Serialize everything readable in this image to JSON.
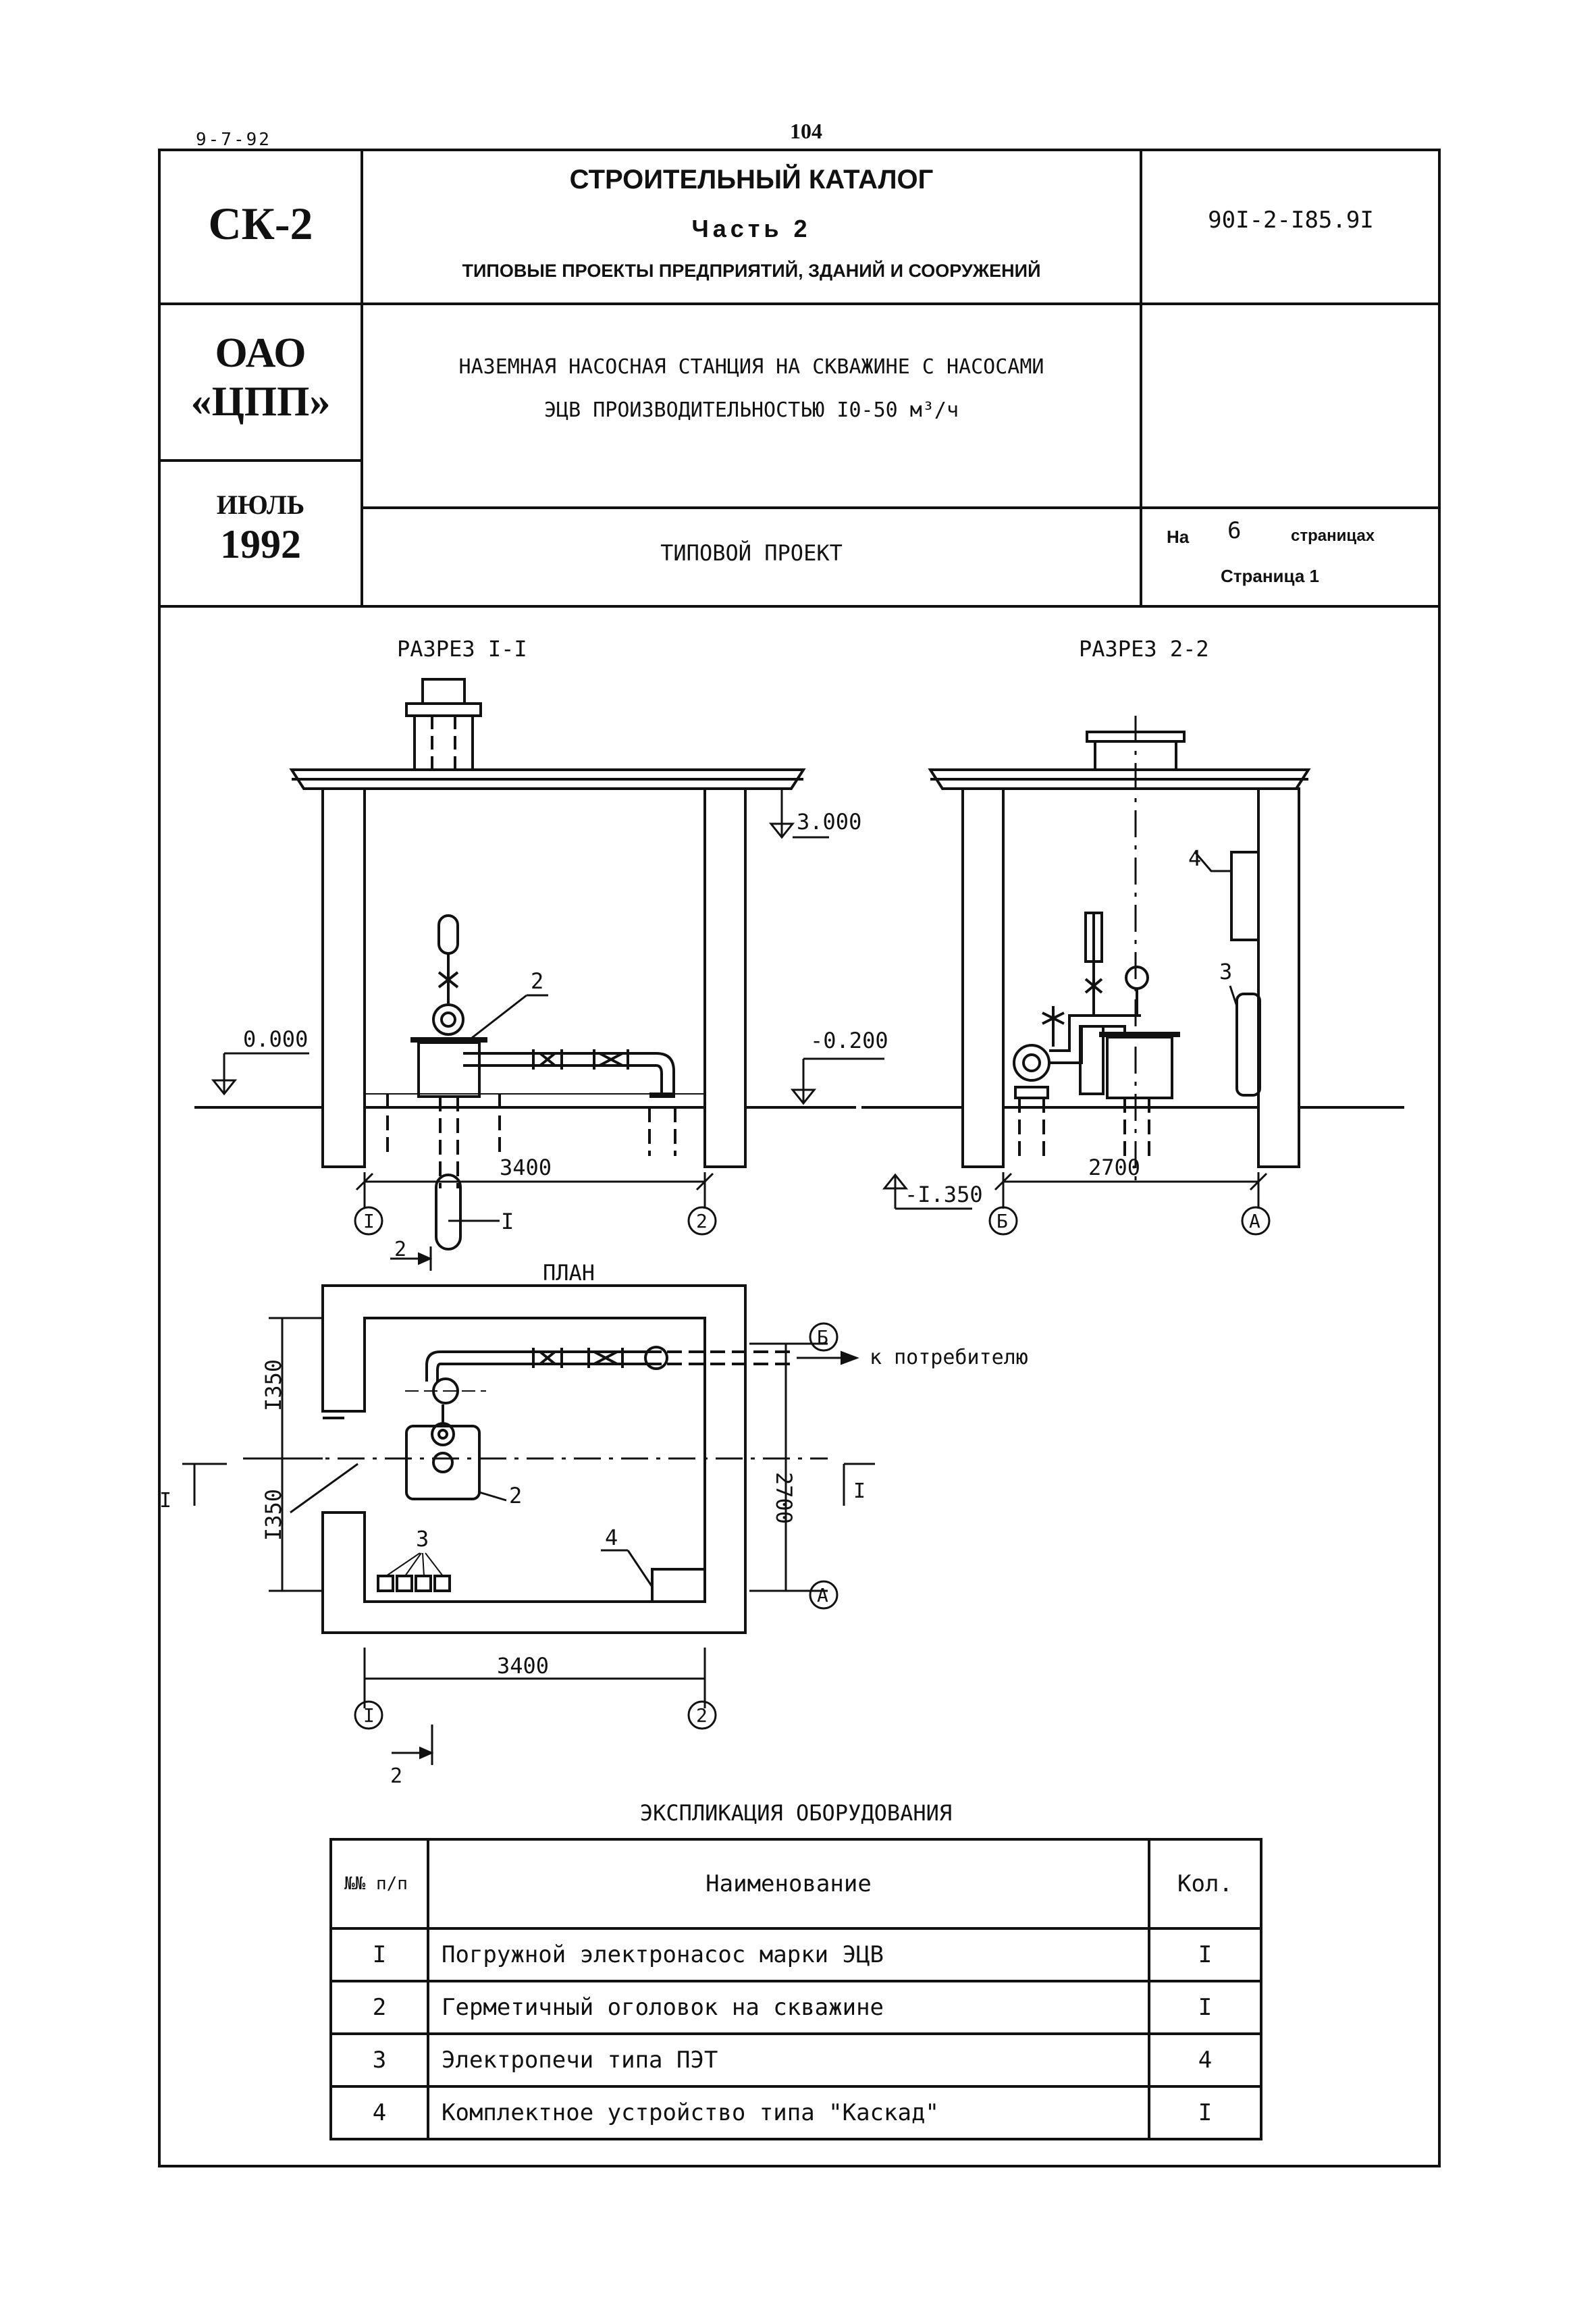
{
  "doc_code_small": "9-7-92",
  "page_number": "104",
  "header": {
    "series": "СК-2",
    "catalog_title": "СТРОИТЕЛЬНЫЙ КАТАЛОГ",
    "catalog_part": "Часть 2",
    "catalog_subtitle": "ТИПОВЫЕ ПРОЕКТЫ ПРЕДПРИЯТИЙ, ЗДАНИЙ И СООРУЖЕНИЙ",
    "project_code": "90I-2-I85.9I",
    "org_line1": "ОАО",
    "org_line2": "«ЦПП»",
    "project_title_line1": "НАЗЕМНАЯ НАСОСНАЯ СТАНЦИЯ НА СКВАЖИНЕ С НАСОСАМИ",
    "project_title_line2": "ЭЦВ ПРОИЗВОДИТЕЛЬНОСТЬЮ I0-50 м³/ч",
    "month": "ИЮЛЬ",
    "year": "1992",
    "doc_type": "ТИПОВОЙ ПРОЕКТ",
    "pages_prefix": "На",
    "pages_count": "6",
    "pages_suffix": "страницах",
    "page_label": "Страница 1"
  },
  "drawing": {
    "section_1_title": "РАЗРЕЗ I-I",
    "section_2_title": "РАЗРЕЗ 2-2",
    "plan_title": "ПЛАН",
    "level_top": "3.000",
    "level_zero": "0.000",
    "level_minus_02": "-0.200",
    "level_minus_135": "-I.350",
    "dim_3400_a": "3400",
    "dim_2700_a": "2700",
    "dim_3400_b": "3400",
    "dim_2700_b": "2700",
    "dim_1350_top": "I350",
    "dim_1350_bottom": "I350",
    "axis_1": "I",
    "axis_2": "2",
    "axis_A": "А",
    "axis_B": "Б",
    "callout_1": "I",
    "callout_2": "2",
    "callout_3": "3",
    "callout_4": "4",
    "cut_mark_2": "2",
    "cut_mark_I": "I",
    "to_consumer": "к потребителю"
  },
  "equipment": {
    "title": "ЭКСПЛИКАЦИЯ ОБОРУДОВАНИЯ",
    "col_num": "№№ п/п",
    "col_name": "Наименование",
    "col_qty": "Кол.",
    "rows": [
      {
        "num": "I",
        "name": "Погружной электронасос марки ЭЦВ",
        "qty": "I"
      },
      {
        "num": "2",
        "name": "Герметичный оголовок на скважине",
        "qty": "I"
      },
      {
        "num": "3",
        "name": "Электропечи типа ПЭТ",
        "qty": "4"
      },
      {
        "num": "4",
        "name": "Комплектное устройство типа \"Каскад\"",
        "qty": "I"
      }
    ]
  }
}
